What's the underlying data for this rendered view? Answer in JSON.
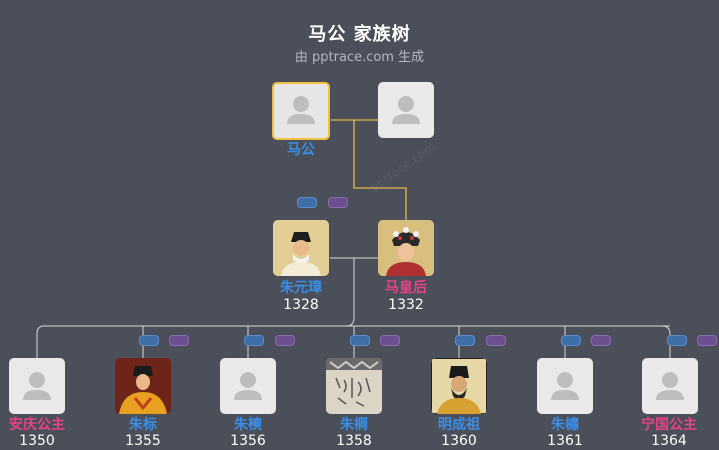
{
  "header": {
    "title": "马公 家族树",
    "subtitle": "由 pptrace.com 生成"
  },
  "watermark": "pptrace.com",
  "colors": {
    "background": "#4a4f59",
    "male": "#3a8ee6",
    "female": "#e8428a",
    "spouse_line": "#e6b84a",
    "child_line": "#d8d8d8",
    "selected_border": "#f0c040"
  },
  "persons": {
    "ma_gong": {
      "name": "马公",
      "year": "",
      "gender": "male",
      "photo": "placeholder"
    },
    "ma_gong_spouse": {
      "name": "",
      "year": "",
      "gender": "",
      "photo": "placeholder"
    },
    "zhu_yuanzhang": {
      "name": "朱元璋",
      "year": "1328",
      "gender": "male",
      "photo": "portrait"
    },
    "ma_huanghou": {
      "name": "马皇后",
      "year": "1332",
      "gender": "female",
      "photo": "portrait"
    },
    "anqing": {
      "name": "安庆公主",
      "year": "1350",
      "gender": "female",
      "photo": "placeholder"
    },
    "zhu_biao": {
      "name": "朱标",
      "year": "1355",
      "gender": "male",
      "photo": "portrait"
    },
    "zhu_shuang": {
      "name": "朱樉",
      "year": "1356",
      "gender": "male",
      "photo": "placeholder"
    },
    "zhu_gang": {
      "name": "朱棡",
      "year": "1358",
      "gender": "male",
      "photo": "calligraphy"
    },
    "chengzu": {
      "name": "明成祖",
      "year": "1360",
      "gender": "male",
      "photo": "portrait"
    },
    "zhu_su": {
      "name": "朱橚",
      "year": "1361",
      "gender": "male",
      "photo": "placeholder"
    },
    "ningguo": {
      "name": "宁国公主",
      "year": "1364",
      "gender": "female",
      "photo": "placeholder"
    }
  }
}
